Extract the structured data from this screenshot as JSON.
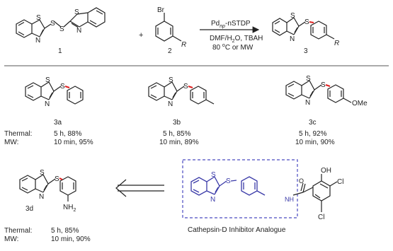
{
  "reaction": {
    "reactant1_label": "1",
    "reactant2_label": "2",
    "product_label": "3",
    "plus": "+",
    "catalyst": "Pd",
    "catalyst_sub": "np",
    "catalyst_suffix": "-nSTDP",
    "solvent_a": "DMF/H",
    "solvent_sub": "2",
    "solvent_b": "O, TBAH",
    "conditions_a": "80 ",
    "conditions_sup": "o",
    "conditions_b": "C or MW"
  },
  "atoms": {
    "S": "S",
    "N": "N",
    "Br": "Br",
    "R": "R",
    "OMe": "OMe",
    "NH": "NH",
    "NH2_N": "NH",
    "NH2_sub": "2",
    "OH": "OH",
    "Cl": "Cl",
    "H": "H"
  },
  "conditions_labels": {
    "thermal": "Thermal:",
    "mw": "MW:"
  },
  "products": [
    {
      "label": "3a",
      "thermal": "5 h, 88%",
      "mw": "10 min, 95%"
    },
    {
      "label": "3b",
      "thermal": "5 h, 85%",
      "mw": "10 min, 89%"
    },
    {
      "label": "3c",
      "thermal": "5 h, 92%",
      "mw": "10 min, 90%"
    },
    {
      "label": "3d",
      "thermal": "5 h, 85%",
      "mw": "10 min, 90%"
    }
  ],
  "analogue_caption": "Cathepsin-D Inhibitor Analogue",
  "colors": {
    "bond": "#222222",
    "highlight": "#e02020",
    "blue": "#3a3aa8",
    "dash": "#4a4ac0"
  }
}
